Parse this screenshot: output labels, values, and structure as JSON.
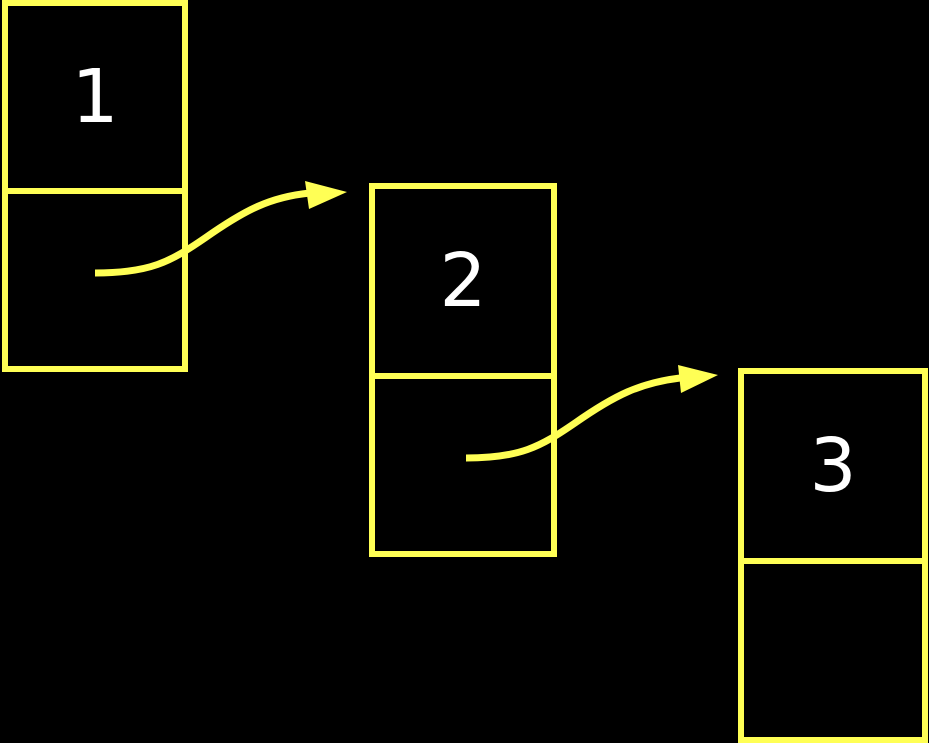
{
  "diagram": {
    "title": "",
    "type": "singly-linked-list",
    "colors": {
      "background": "#000000",
      "stroke": "#ffff55",
      "text": "#ffffff"
    },
    "nodes": [
      {
        "id": "node-1",
        "value": "1",
        "next": "node-2"
      },
      {
        "id": "node-2",
        "value": "2",
        "next": "node-3"
      },
      {
        "id": "node-3",
        "value": "3",
        "next": null
      }
    ],
    "edges": [
      {
        "from": "node-1",
        "to": "node-2",
        "label": ""
      },
      {
        "from": "node-2",
        "to": "node-3",
        "label": ""
      }
    ]
  }
}
